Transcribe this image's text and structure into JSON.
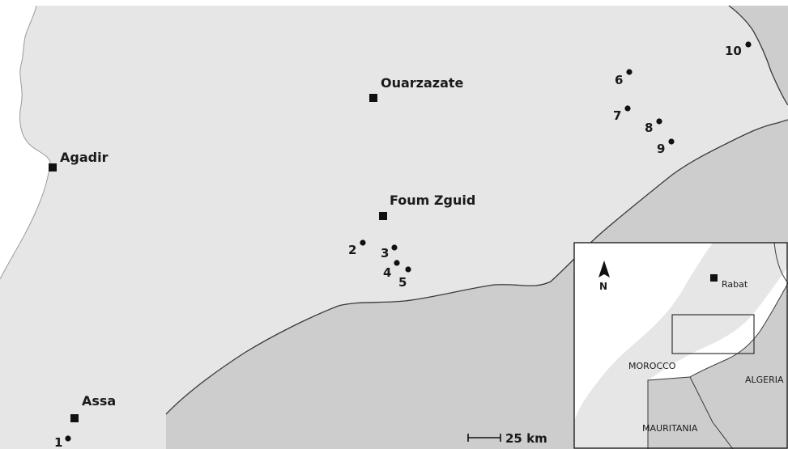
{
  "colors": {
    "land_morocco": "#e6e6e6",
    "land_other": "#cdcdcd",
    "border": "#3a3a3a",
    "marker": "#111111"
  },
  "cities": [
    {
      "id": "ouarzazate",
      "name": "Ouarzazate"
    },
    {
      "id": "agadir",
      "name": "Agadir"
    },
    {
      "id": "foum-zguid",
      "name": "Foum Zguid"
    },
    {
      "id": "assa",
      "name": "Assa"
    }
  ],
  "sites": [
    "1",
    "2",
    "3",
    "4",
    "5",
    "6",
    "7",
    "8",
    "9",
    "10"
  ],
  "scale_bar": {
    "label": "25 km"
  },
  "inset": {
    "north_label": "N",
    "city": "Rabat",
    "countries": [
      "MOROCCO",
      "ALGERIA",
      "MAURITANIA"
    ]
  },
  "icons": {
    "city_marker": "square-marker-icon",
    "site_marker": "circle-marker-icon",
    "north_arrow": "north-arrow-icon"
  }
}
